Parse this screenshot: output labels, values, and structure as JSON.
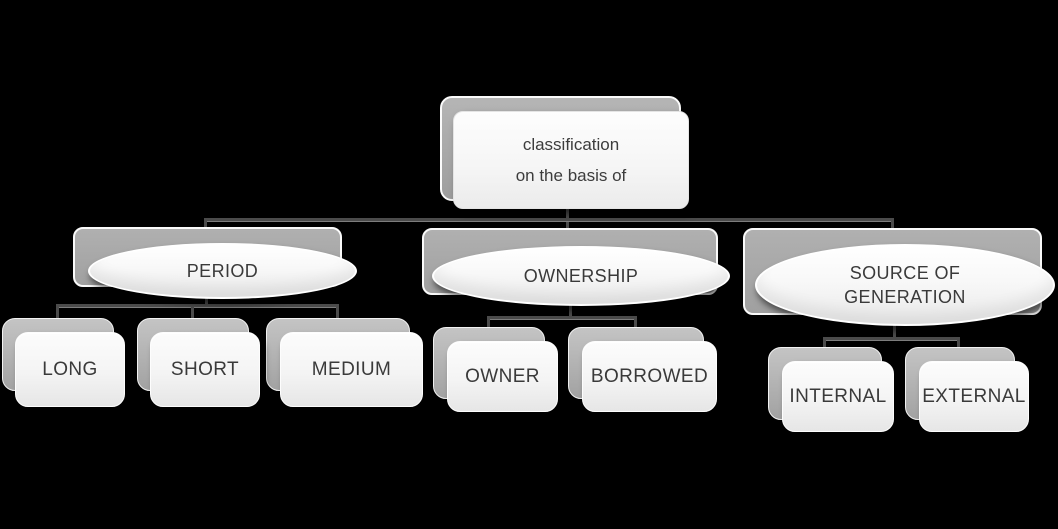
{
  "diagram": {
    "title": "classification on the basis of",
    "colors": {
      "background": "#000000",
      "node_gray": "#a6a6a6",
      "node_white": "#f5f5f5",
      "text": "#3a3a3a",
      "connector": "#4b4b4b",
      "border": "#ffffff"
    },
    "root": {
      "lines": [
        "classification",
        "on the basis of"
      ]
    },
    "branches": [
      {
        "label": "PERIOD",
        "children": [
          {
            "label": "LONG"
          },
          {
            "label": "SHORT"
          },
          {
            "label": "MEDIUM"
          }
        ]
      },
      {
        "label": "OWNERSHIP",
        "children": [
          {
            "label": "OWNER"
          },
          {
            "label": "BORROWED"
          }
        ]
      },
      {
        "label": "SOURCE OF GENERATION",
        "label_lines": [
          "SOURCE OF",
          "GENERATION"
        ],
        "children": [
          {
            "label": "INTERNAL"
          },
          {
            "label": "EXTERNAL"
          }
        ]
      }
    ]
  }
}
